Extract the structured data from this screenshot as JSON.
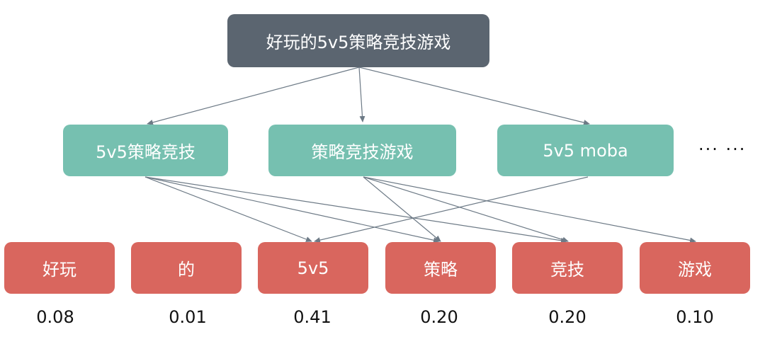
{
  "root": {
    "label": "好玩的5v5策略竞技游戏"
  },
  "mid": [
    {
      "label": "5v5策略竞技"
    },
    {
      "label": "策略竞技游戏"
    },
    {
      "label": "5v5 moba"
    }
  ],
  "more": "··· ···",
  "leaves": [
    {
      "label": "好玩",
      "score": "0.08"
    },
    {
      "label": "的",
      "score": "0.01"
    },
    {
      "label": "5v5",
      "score": "0.41"
    },
    {
      "label": "策略",
      "score": "0.20"
    },
    {
      "label": "竞技",
      "score": "0.20"
    },
    {
      "label": "游戏",
      "score": "0.10"
    }
  ],
  "colors": {
    "root": "#5b6570",
    "mid": "#76c0b0",
    "leaf": "#d9665e",
    "edge": "#6d7a86"
  }
}
